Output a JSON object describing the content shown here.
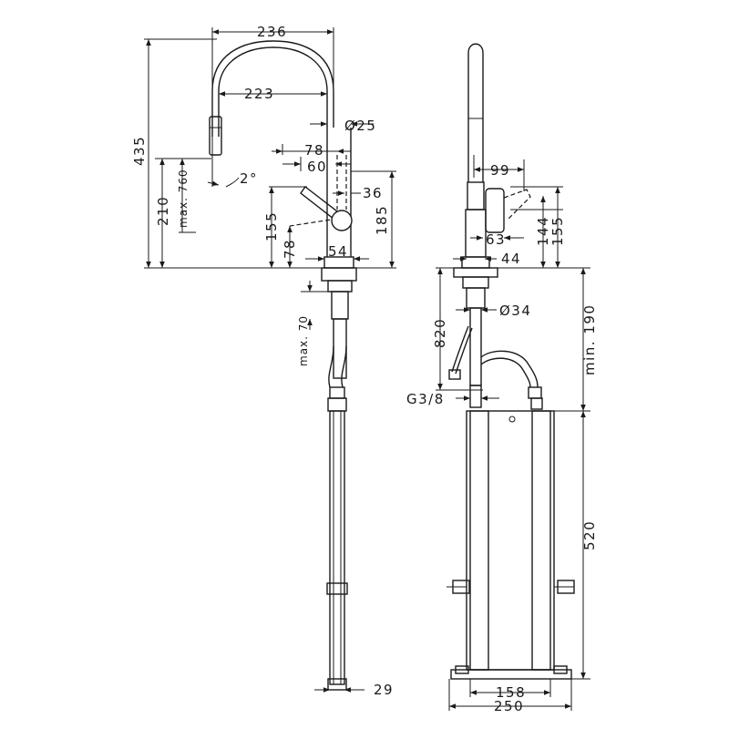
{
  "side_view": {
    "width_total": "236",
    "reach": "223",
    "spout_dia": "Ø25",
    "handle_78": "78",
    "handle_60": "60",
    "angle": "2°",
    "body_dia": "36",
    "height_total": "435",
    "height_210": "210",
    "pullout": "max. 760",
    "height_155": "155",
    "height_78": "78",
    "height_185": "185",
    "base_dia": "54",
    "max_70": "max. 70",
    "weight_29": "29"
  },
  "front_view": {
    "handle_99": "99",
    "width_63": "63",
    "height_144": "144",
    "height_155": "155",
    "base_44": "44",
    "hole_dia": "Ø34",
    "depth_820": "820",
    "min_190": "min. 190",
    "thread": "G3/8",
    "box_height": "520",
    "box_158": "158",
    "box_250": "250"
  }
}
